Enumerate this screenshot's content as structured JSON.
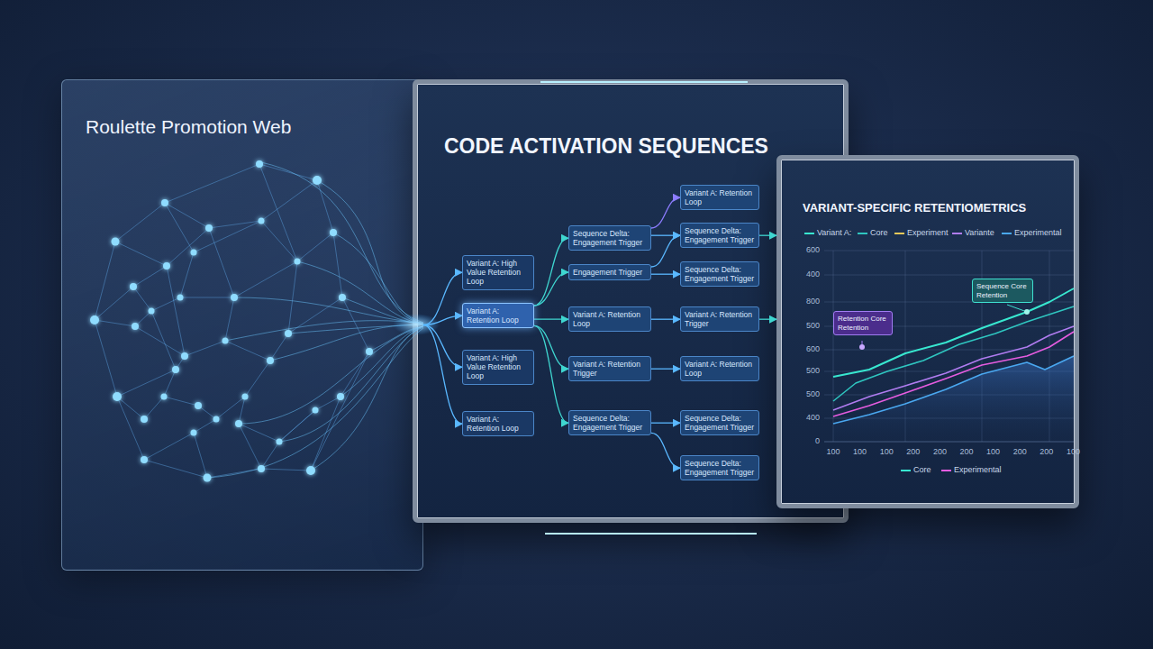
{
  "diagram": {
    "nodes": [
      {
        "text": [
          "Roulette Promotion Web"
        ]
      },
      {
        "text": [
          "CODE ACTIVATION SEQUENCES"
        ]
      },
      {
        "text": [
          "Variant A: High Value Retention Loop"
        ],
        "in": 1
      },
      {
        "text": [
          "Variant A: Retention Loop"
        ],
        "in": 1
      },
      {
        "text": [
          "Variant A: High Value Retention Loop"
        ],
        "in": 1
      },
      {
        "text": [
          "Variant A: Retention Loop"
        ],
        "in": 1
      },
      {
        "text": [
          "Sequence Delta: Engagement Trigger"
        ],
        "in": 1
      },
      {
        "text": [
          "Engagement Trigger"
        ],
        "in": 1
      },
      {
        "text": [
          "Variant A: Retention Loop"
        ],
        "in": 1
      },
      {
        "text": [
          "Variant A: Retention Trigger"
        ],
        "in": 1
      },
      {
        "text": [
          "Sequence Delta: Engagement Trigger"
        ],
        "in": 1
      },
      {
        "text": [
          "Variant A: Retention Loop"
        ],
        "in": 1
      },
      {
        "text": [
          "Sequence Delta: Engagement Trigger"
        ],
        "in": 1
      },
      {
        "text": [
          "Sequence Delta: Engagement Trigger"
        ],
        "in": 1
      },
      {
        "text": [
          "Variant A: Retention Trigger"
        ],
        "in": 1
      },
      {
        "text": [
          "Variant A: Retention Loop"
        ],
        "in": 1
      },
      {
        "text": [
          "Sequence Delta: Engagement Trigger"
        ],
        "in": 1
      },
      {
        "text": [
          "Sequence Delta: Engagement Trigger"
        ],
        "in": 1
      },
      {
        "text": [
          "VARIANT-SPECIFIC RETENTIOMETRICS"
        ]
      },
      {
        "text": [
          "Retention Core Retention"
        ],
        "in": 18
      },
      {
        "text": [
          "Sequence Core Retention"
        ],
        "in": 18
      }
    ],
    "edges": [
      {
        "from": 0,
        "to": 2,
        "arrow": "to"
      },
      {
        "from": 0,
        "to": 3,
        "arrow": "to"
      },
      {
        "from": 0,
        "to": 4,
        "arrow": "to"
      },
      {
        "from": 0,
        "to": 5,
        "arrow": "to"
      },
      {
        "from": 3,
        "to": 6,
        "arrow": "to"
      },
      {
        "from": 3,
        "to": 7,
        "arrow": "to"
      },
      {
        "from": 3,
        "to": 8,
        "arrow": "to"
      },
      {
        "from": 3,
        "to": 9,
        "arrow": "to"
      },
      {
        "from": 3,
        "to": 10,
        "arrow": "to"
      },
      {
        "from": 6,
        "to": 11,
        "arrow": "to"
      },
      {
        "from": 6,
        "to": 12,
        "arrow": "to"
      },
      {
        "from": 7,
        "to": 12,
        "arrow": "to"
      },
      {
        "from": 7,
        "to": 13,
        "arrow": "to"
      },
      {
        "from": 8,
        "to": 14,
        "arrow": "to"
      },
      {
        "from": 9,
        "to": 15,
        "arrow": "to"
      },
      {
        "from": 10,
        "to": 16,
        "arrow": "to"
      },
      {
        "from": 10,
        "to": 17,
        "arrow": "to"
      },
      {
        "from": 12,
        "to": 18,
        "arrow": "to"
      },
      {
        "from": 14,
        "to": 18,
        "arrow": "to"
      }
    ],
    "labels": [
      "600",
      "400",
      "800",
      "500",
      "600",
      "500",
      "500",
      "400",
      "0",
      "100",
      "100",
      "100",
      "200",
      "200",
      "200",
      "100",
      "200",
      "200",
      "100"
    ],
    "legend": [
      {
        "text": "Variant A:"
      },
      {
        "text": "Core"
      },
      {
        "text": "Experiment"
      },
      {
        "text": "Variante"
      },
      {
        "text": "Experimental"
      },
      {
        "text": "Core"
      },
      {
        "text": "Experimental"
      }
    ]
  }
}
